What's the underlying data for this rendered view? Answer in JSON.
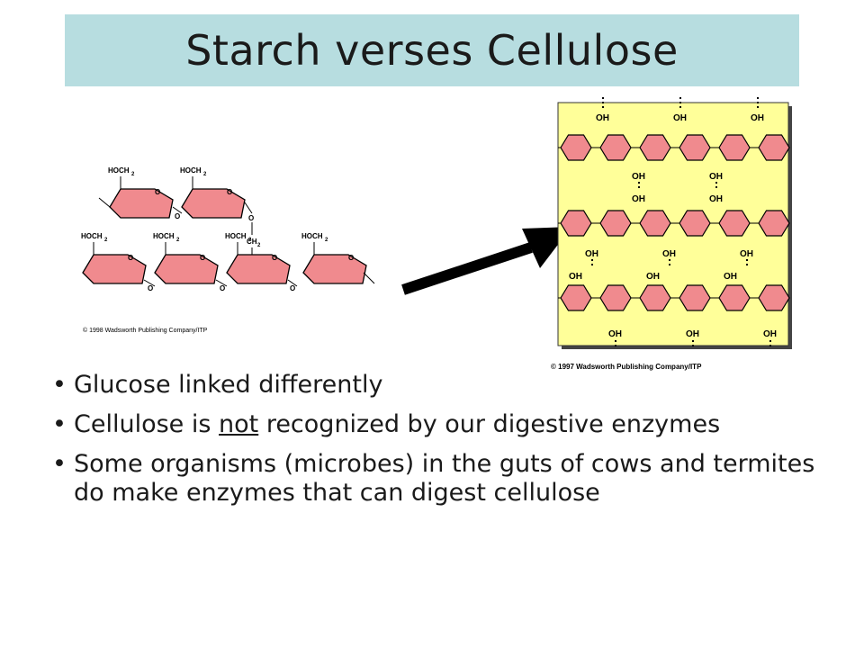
{
  "slide": {
    "title": "Starch verses Cellulose"
  },
  "starch_figure": {
    "group_hoch2": "HOCH",
    "group_ch2": "CH",
    "subscript": "2",
    "ring_oxygen": "O",
    "credit": "© 1998 Wadsworth Publishing Company/ITP"
  },
  "cellulose_figure": {
    "hydroxyl": "OH",
    "credit": "© 1997 Wadsworth Publishing Company/ITP"
  },
  "colors": {
    "title_bg": "#b7dde0",
    "ring_fill": "#f08a8e",
    "cellulose_bg": "#ffff99",
    "arrow": "#000000"
  },
  "bullets": [
    {
      "text": "Glucose linked differently"
    },
    {
      "before": "Cellulose is ",
      "underlined": "not",
      "after": " recognized by our digestive enzymes"
    },
    {
      "text": "Some organisms (microbes) in the guts of cows and termites do make enzymes that can digest cellulose"
    }
  ]
}
